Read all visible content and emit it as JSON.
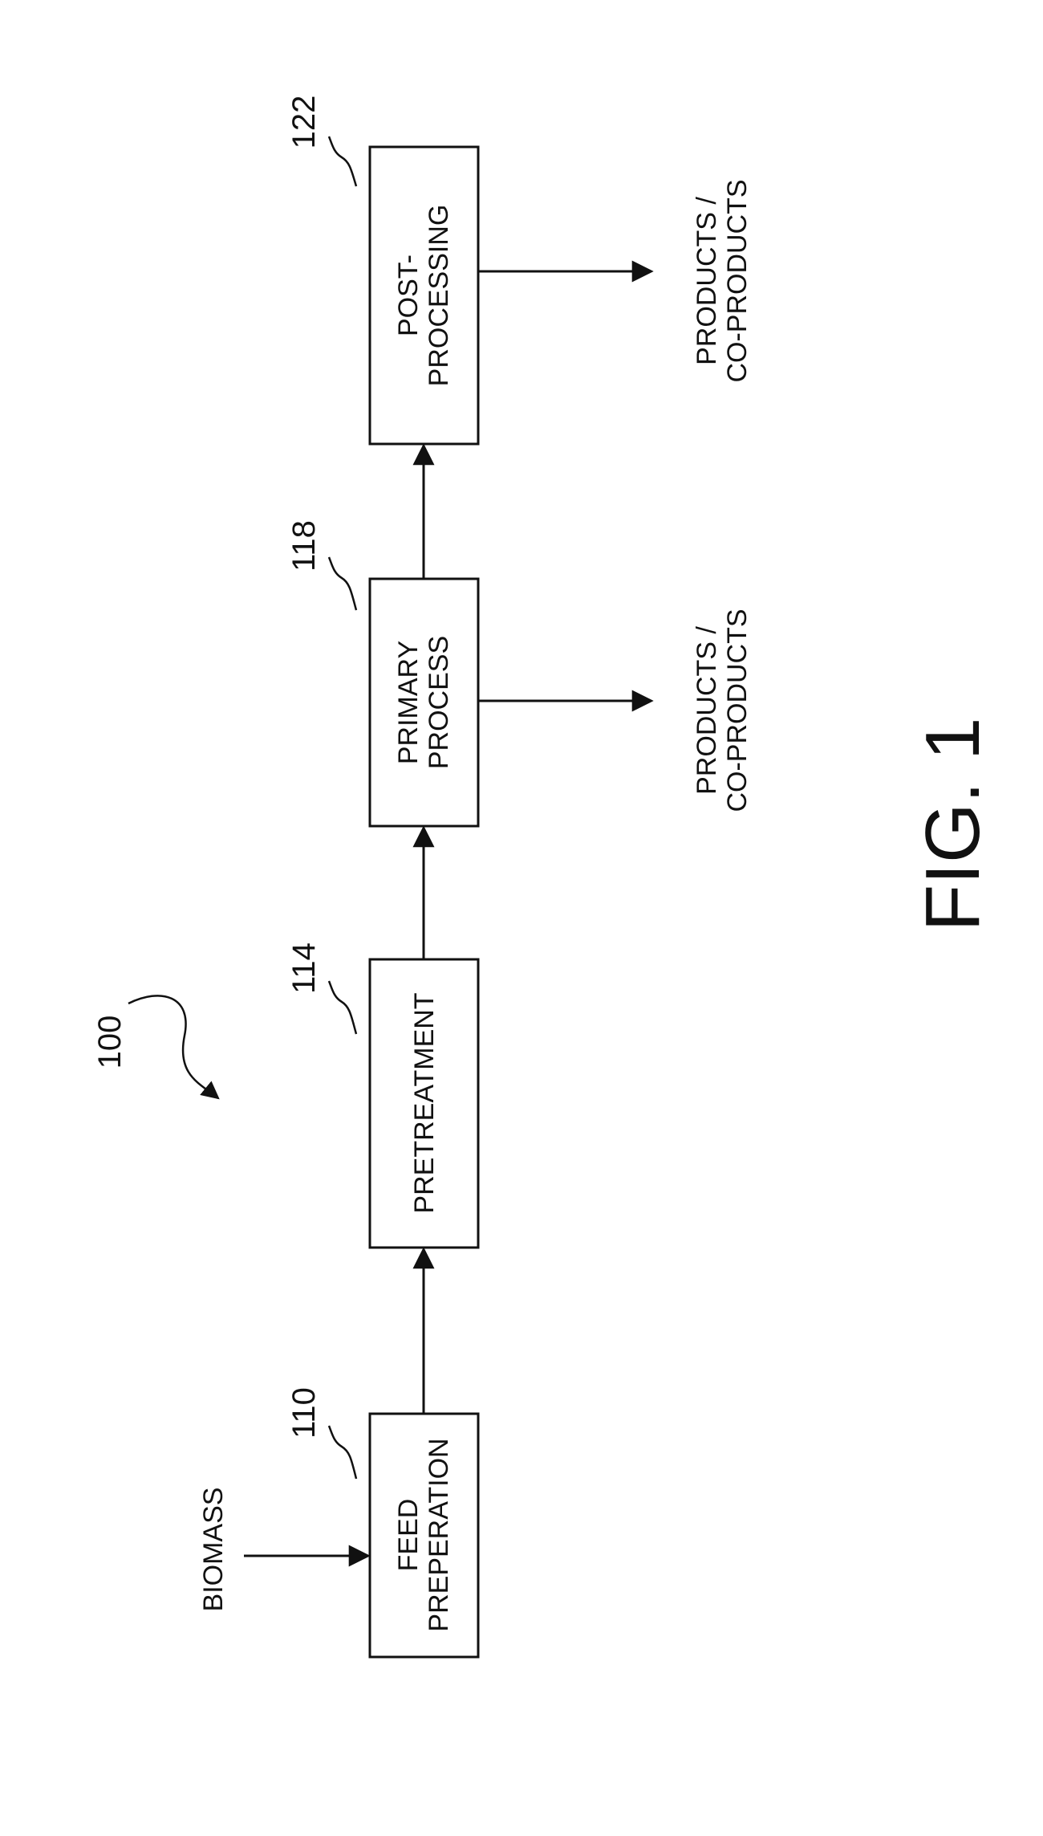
{
  "diagram": {
    "system_ref": "100",
    "input_label": "BIOMASS",
    "blocks": [
      {
        "ref": "110",
        "lines": [
          "FEED",
          "PREPERATION"
        ]
      },
      {
        "ref": "114",
        "lines": [
          "PRETREATMENT"
        ]
      },
      {
        "ref": "118",
        "lines": [
          "PRIMARY",
          "PROCESS"
        ]
      },
      {
        "ref": "122",
        "lines": [
          "POST-",
          "PROCESSING"
        ]
      }
    ],
    "outputs": [
      {
        "lines": [
          "PRODUCTS /",
          "CO-PRODUCTS"
        ]
      },
      {
        "lines": [
          "PRODUCTS /",
          "CO-PRODUCTS"
        ]
      }
    ],
    "figure_label": "FIG. 1"
  }
}
